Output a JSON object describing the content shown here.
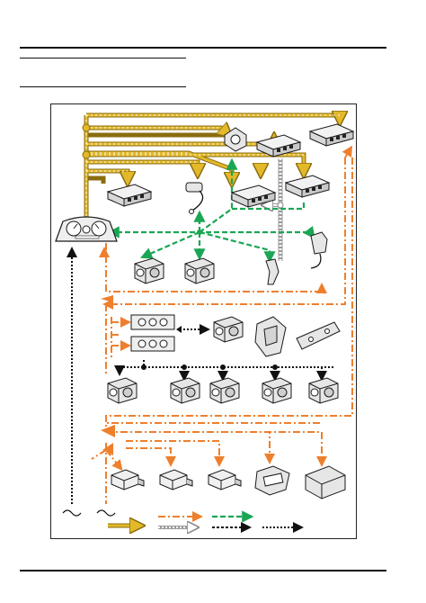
{
  "colors": {
    "yellow": "#e3b92a",
    "yellow_border": "#8a6d10",
    "orange": "#ee7f2d",
    "green": "#1aa654",
    "black": "#111111",
    "component_fill": "#e9e9e9",
    "component_stroke": "#1a1a1a"
  },
  "legend": [
    {
      "style": "yellow-dashed-bus",
      "name": "yellow-bus-legend"
    },
    {
      "style": "orange-dash-dot",
      "name": "orange-line-legend"
    },
    {
      "style": "white-dotted-arrow",
      "name": "white-dotted-legend"
    },
    {
      "style": "green-dashed",
      "name": "green-line-legend"
    },
    {
      "style": "black-line-arrow",
      "name": "black-line-legend"
    },
    {
      "style": "black-dotted",
      "name": "black-dotted-legend"
    }
  ],
  "icons": [
    "instrument-cluster-icon",
    "module-icon",
    "connector-icon",
    "sensor-icon",
    "control-panel-icon",
    "actuator-icon",
    "antenna-icon",
    "switch-pack-icon"
  ]
}
